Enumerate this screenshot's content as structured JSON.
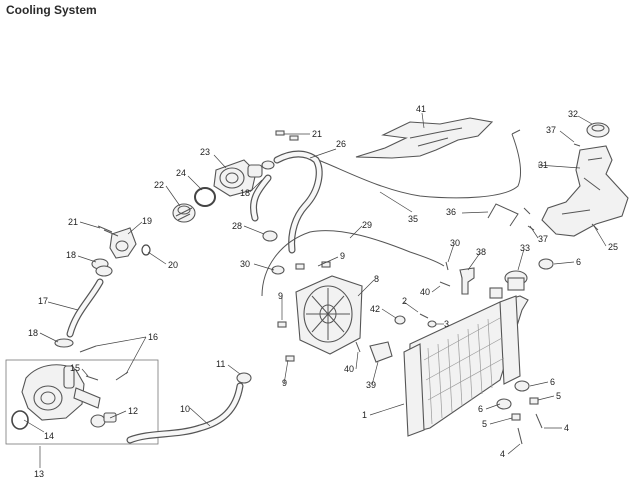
{
  "title": "Cooling System",
  "callouts": [
    {
      "id": "c21a",
      "label": "21"
    },
    {
      "id": "c26",
      "label": "26"
    },
    {
      "id": "c23",
      "label": "23"
    },
    {
      "id": "c24",
      "label": "24"
    },
    {
      "id": "c22",
      "label": "22"
    },
    {
      "id": "c18a",
      "label": "18"
    },
    {
      "id": "c28",
      "label": "28"
    },
    {
      "id": "c21b",
      "label": "21"
    },
    {
      "id": "c19",
      "label": "19"
    },
    {
      "id": "c18b",
      "label": "18"
    },
    {
      "id": "c20",
      "label": "20"
    },
    {
      "id": "c17",
      "label": "17"
    },
    {
      "id": "c18c",
      "label": "18"
    },
    {
      "id": "c16",
      "label": "16"
    },
    {
      "id": "c15",
      "label": "15"
    },
    {
      "id": "c14",
      "label": "14"
    },
    {
      "id": "c13",
      "label": "13"
    },
    {
      "id": "c12",
      "label": "12"
    },
    {
      "id": "c11",
      "label": "11"
    },
    {
      "id": "c10",
      "label": "10"
    },
    {
      "id": "c41",
      "label": "41"
    },
    {
      "id": "c35",
      "label": "35"
    },
    {
      "id": "c36",
      "label": "36"
    },
    {
      "id": "c32",
      "label": "32"
    },
    {
      "id": "c37a",
      "label": "37"
    },
    {
      "id": "c31",
      "label": "31"
    },
    {
      "id": "c37b",
      "label": "37"
    },
    {
      "id": "c25",
      "label": "25"
    },
    {
      "id": "c29",
      "label": "29"
    },
    {
      "id": "c30a",
      "label": "30"
    },
    {
      "id": "c9a",
      "label": "9"
    },
    {
      "id": "c8",
      "label": "8"
    },
    {
      "id": "c9b",
      "label": "9"
    },
    {
      "id": "c9c",
      "label": "9"
    },
    {
      "id": "c30b",
      "label": "30"
    },
    {
      "id": "c38",
      "label": "38"
    },
    {
      "id": "c33",
      "label": "33"
    },
    {
      "id": "c6a",
      "label": "6"
    },
    {
      "id": "c40a",
      "label": "40"
    },
    {
      "id": "c2",
      "label": "2"
    },
    {
      "id": "c42",
      "label": "42"
    },
    {
      "id": "c3",
      "label": "3"
    },
    {
      "id": "c40b",
      "label": "40"
    },
    {
      "id": "c39",
      "label": "39"
    },
    {
      "id": "c1",
      "label": "1"
    },
    {
      "id": "c6b",
      "label": "6"
    },
    {
      "id": "c6c",
      "label": "6"
    },
    {
      "id": "c5a",
      "label": "5"
    },
    {
      "id": "c5b",
      "label": "5"
    },
    {
      "id": "c4a",
      "label": "4"
    },
    {
      "id": "c4b",
      "label": "4"
    }
  ]
}
